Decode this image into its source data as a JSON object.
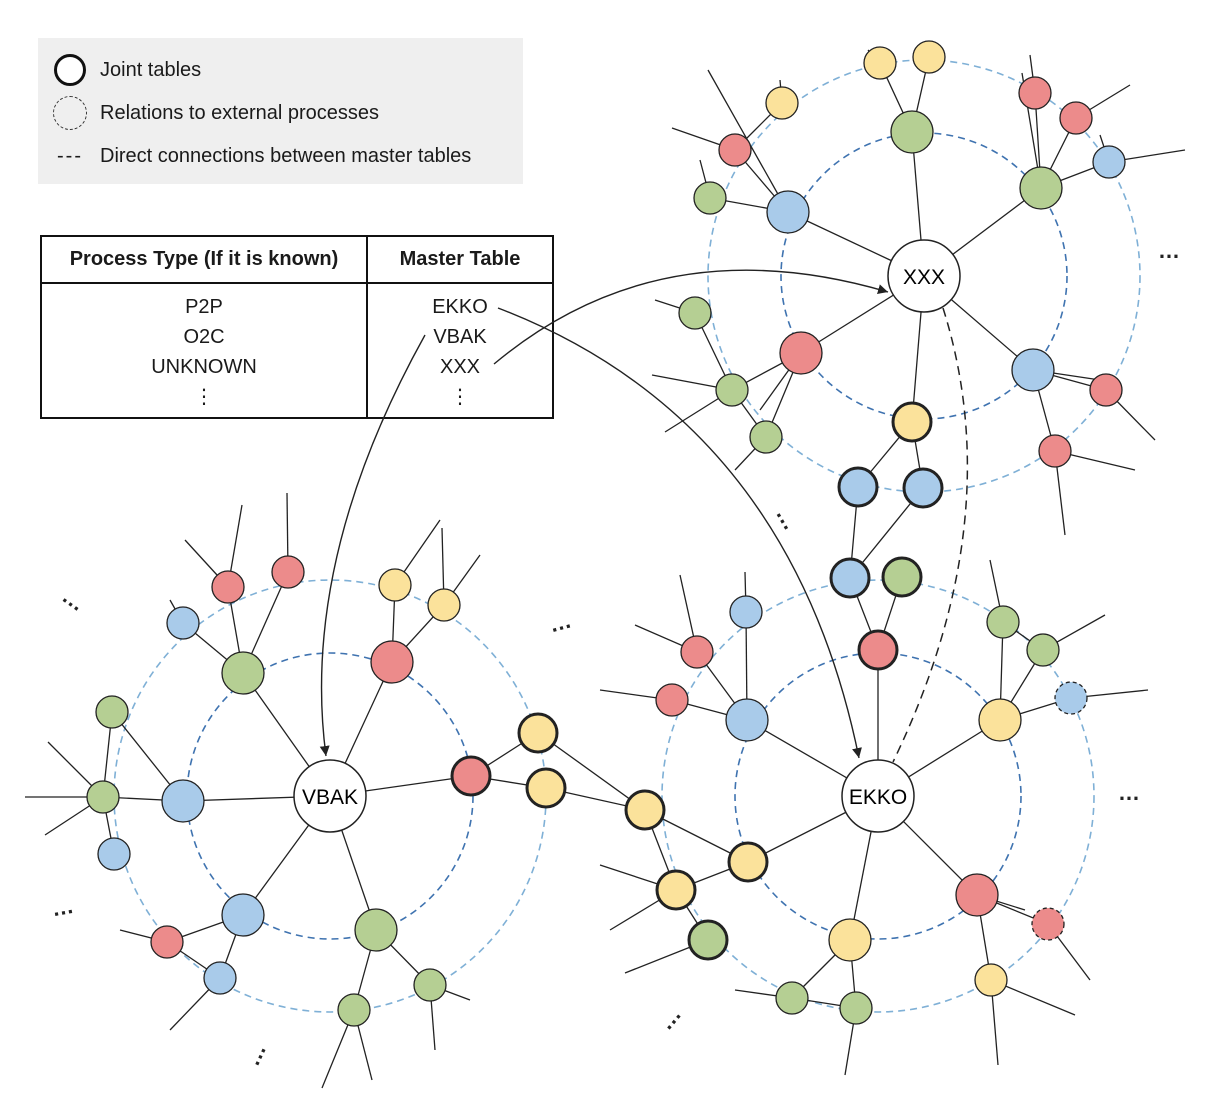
{
  "legend": {
    "joint_tables": "Joint tables",
    "external_relations": "Relations to external processes",
    "direct_connections": "Direct connections between master tables",
    "direct_symbol": "---"
  },
  "table": {
    "header_process": "Process Type (If it is known)",
    "header_master": "Master Table",
    "process_types": [
      "P2P",
      "O2C",
      "UNKNOWN",
      "⋮"
    ],
    "master_tables": [
      "EKKO",
      "VBAK",
      "XXX",
      "⋮"
    ]
  },
  "master_nodes": {
    "vbak": "VBAK",
    "ekko": "EKKO",
    "xxx": "XXX"
  },
  "ellipsis": "…",
  "colors": {
    "red": "#ec8b8b",
    "blue": "#a9cbea",
    "green": "#b5cf93",
    "yellow": "#fbe29b",
    "outer_ring": "#7fb0d6",
    "inner_ring": "#3f73b0",
    "legend_bg": "#efefef"
  }
}
